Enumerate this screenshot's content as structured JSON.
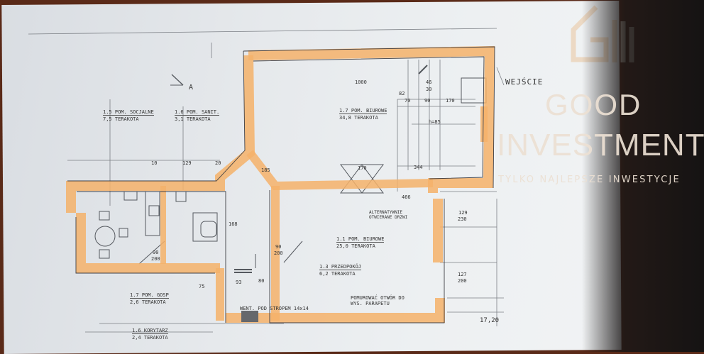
{
  "brand": {
    "name_line1": "GOOD",
    "name_line2": "INVESTMENT",
    "tagline": "TYLKO NAJLEPSZE INWESTYCJE",
    "logo_icon": "gi-monogram-icon",
    "color": "#ece0d2"
  },
  "plan": {
    "wall_highlight_color": "#f4b26a",
    "entrance_label": "WEJŚCIE",
    "section_mark": "A",
    "rooms": [
      {
        "code": "1.5",
        "name": "POM. SOCJALNE",
        "area": "7,5",
        "finish": "TERAKOTA"
      },
      {
        "code": "1.6",
        "name": "POM. SANIT.",
        "area": "3,1",
        "finish": "TERAKOTA"
      },
      {
        "code": "1.7",
        "name": "POM. BIUROWE",
        "area": "34,8",
        "finish": "TERAKOTA"
      },
      {
        "code": "1.1",
        "name": "POM. BIUROWE",
        "area": "25,0",
        "finish": "TERAKOTA"
      },
      {
        "code": "1.3",
        "name": "PRZEDPOKÓJ",
        "area": "6,2",
        "finish": "TERAKOTA"
      },
      {
        "code": "1.7",
        "name": "POM. GOSP",
        "area": "2,6",
        "finish": "TERAKOTA"
      },
      {
        "code": "1.6",
        "name": "KORYTARZ",
        "area": "2,4",
        "finish": "TERAKOTA"
      }
    ],
    "notes": {
      "alt_opening": "ALTERNATYWNIE OTWIERANE DRZWI",
      "wall_up": "POMUROWAĆ OTWÓR DO WYS. PARAPETU",
      "vent": "WENT. POD STROPEM 14x14",
      "h_label": "h=85"
    },
    "dimensions": {
      "top": "1000",
      "d129": "129",
      "d20": "20",
      "d10": "10",
      "d170": "170",
      "d344": "344",
      "d90": "90",
      "d200": "200",
      "d80": "80",
      "d30": "30",
      "d82": "82",
      "d70": "70",
      "d46": "46",
      "d168": "168",
      "d93": "93",
      "d75": "75",
      "d466": "466",
      "d230": "230",
      "d127": "127",
      "d1720": "17,20",
      "d185": "185"
    }
  }
}
